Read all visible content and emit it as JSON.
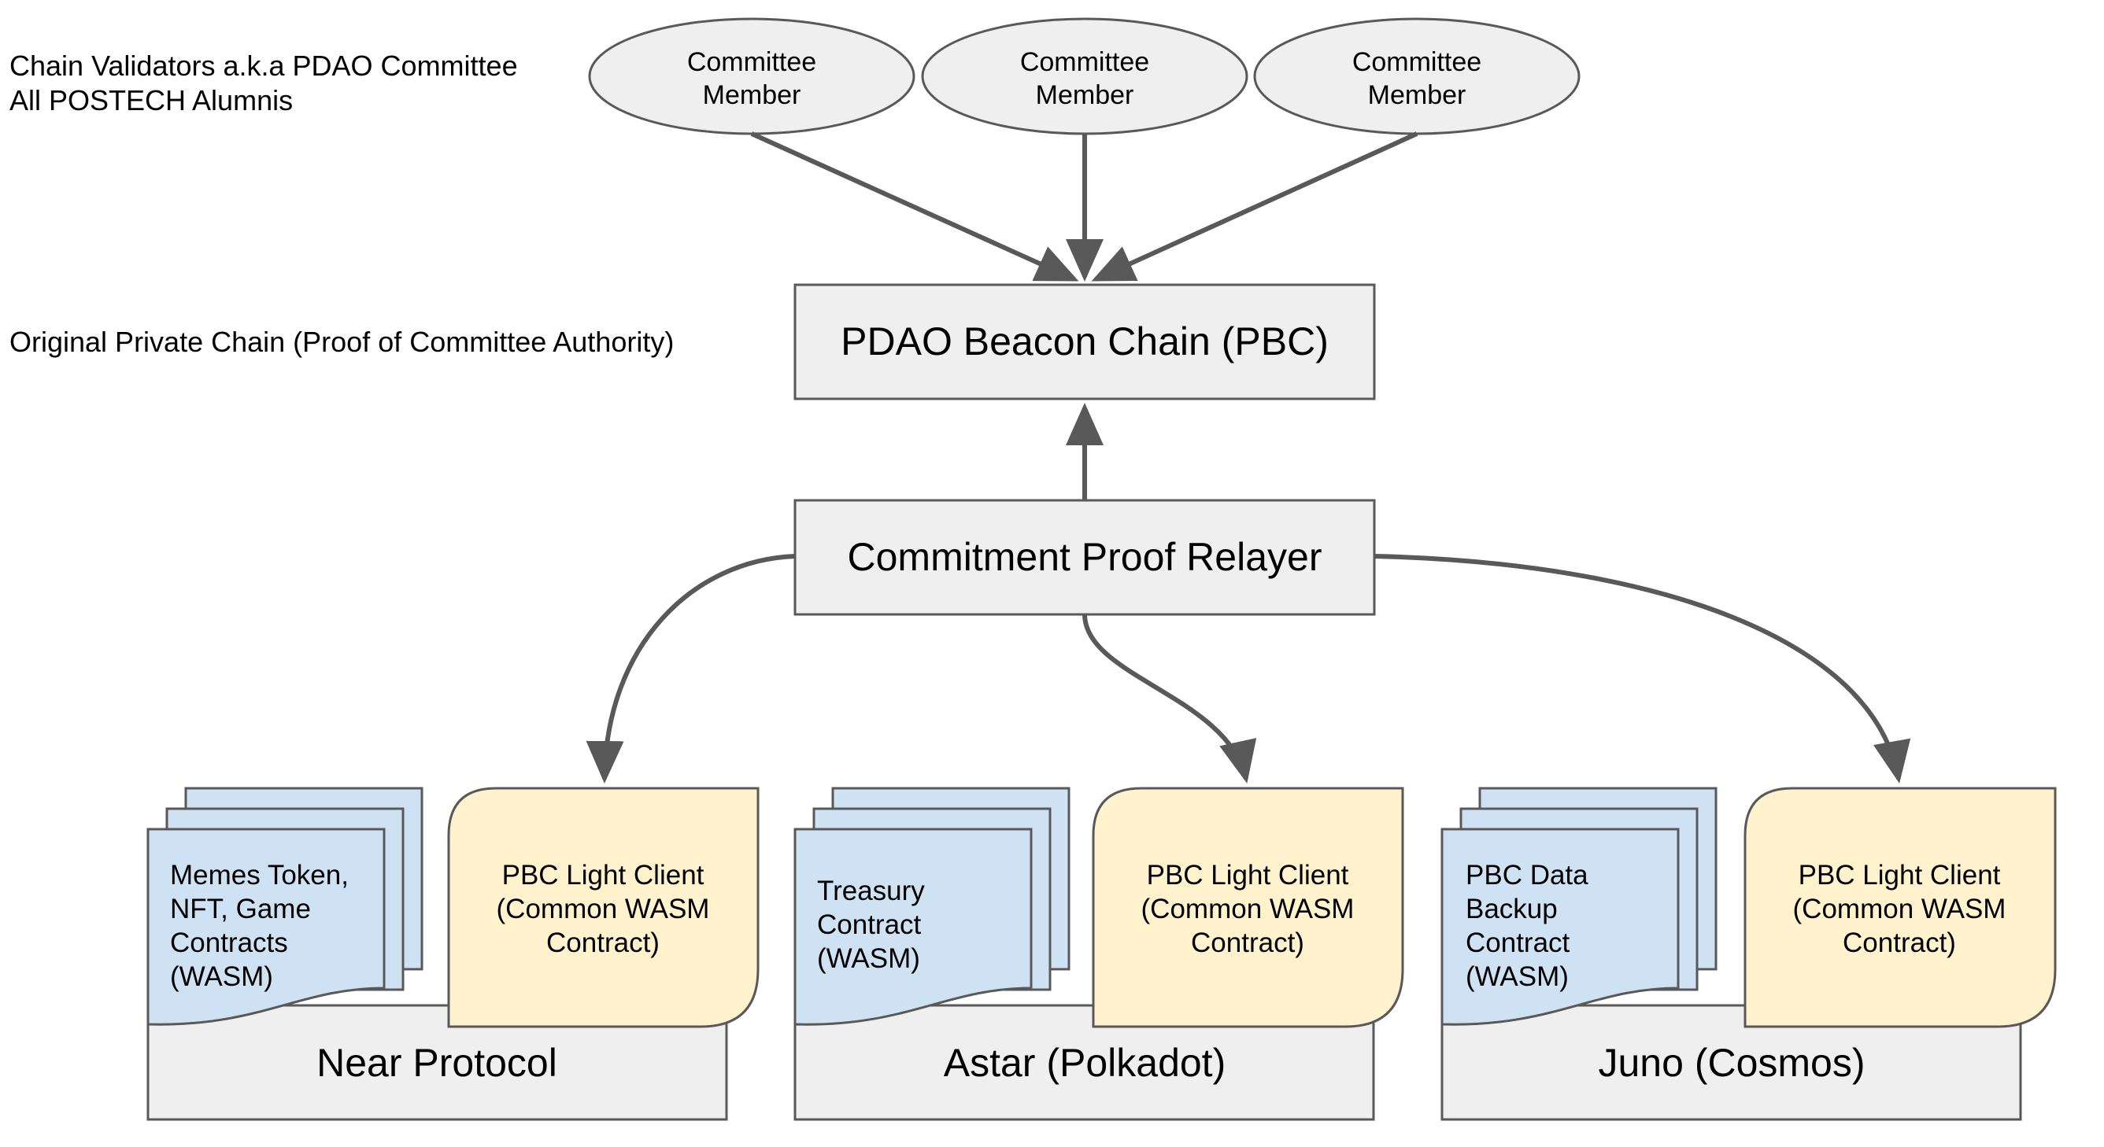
{
  "labels": {
    "validators_line1": "Chain Validators a.k.a PDAO Committee",
    "validators_line2": "All POSTECH Alumnis",
    "private_chain": "Original Private Chain (Proof of Committee Authority)"
  },
  "committee": [
    {
      "line1": "Committee",
      "line2": "Member"
    },
    {
      "line1": "Committee",
      "line2": "Member"
    },
    {
      "line1": "Committee",
      "line2": "Member"
    }
  ],
  "beacon_chain": "PDAO Beacon Chain (PBC)",
  "relayer": "Commitment Proof Relayer",
  "chains": [
    {
      "name": "Near Protocol",
      "contracts": [
        "Memes Token,",
        "NFT, Game",
        "Contracts",
        "(WASM)"
      ],
      "light_client": [
        "PBC Light Client",
        "(Common WASM",
        "Contract)"
      ]
    },
    {
      "name": "Astar (Polkadot)",
      "contracts": [
        "Treasury",
        "Contract",
        "(WASM)"
      ],
      "light_client": [
        "PBC Light Client",
        "(Common WASM",
        "Contract)"
      ]
    },
    {
      "name": "Juno (Cosmos)",
      "contracts": [
        "PBC Data",
        "Backup",
        "Contract",
        "(WASM)"
      ],
      "light_client": [
        "PBC Light Client",
        "(Common WASM",
        "Contract)"
      ]
    }
  ],
  "colors": {
    "node_fill": "#efefef",
    "node_stroke": "#595959",
    "contract_fill": "#cfe2f3",
    "light_client_fill": "#fff2cc",
    "arrow": "#595959"
  }
}
